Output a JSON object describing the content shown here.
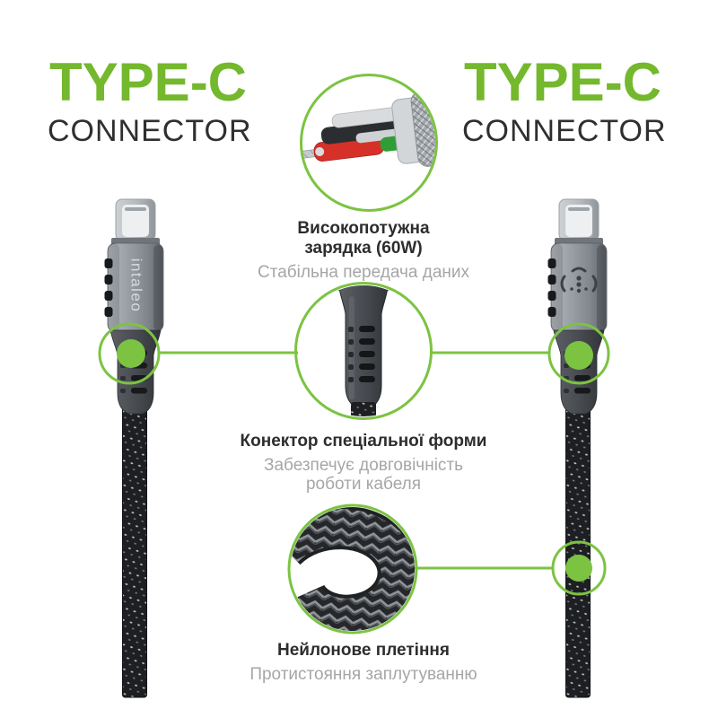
{
  "headers": {
    "left": {
      "title": "TYPE-C",
      "subtitle": "CONNECTOR"
    },
    "right": {
      "title": "TYPE-C",
      "subtitle": "CONNECTOR"
    }
  },
  "features": {
    "charging": {
      "title_line1": "Високопотужна",
      "title_line2": "зарядка (60W)",
      "subtitle": "Стабільна передача даних"
    },
    "connector": {
      "title": "Конектор спеціальної форми",
      "subtitle_line1": "Забезпечує довговічність",
      "subtitle_line2": "роботи кабеля"
    },
    "braid": {
      "title": "Нейлонове плетіння",
      "subtitle": "Протистояння заплутуванню"
    }
  },
  "brand": {
    "connector_label": "intaleo"
  },
  "colors": {
    "accent_green": "#7cc342",
    "heading_green": "#74b82e",
    "text_dark": "#2d2d2d",
    "text_gray": "#a6a6a6",
    "cable_black": "#1d1f22",
    "connector_gray": "#9aa0a6"
  }
}
